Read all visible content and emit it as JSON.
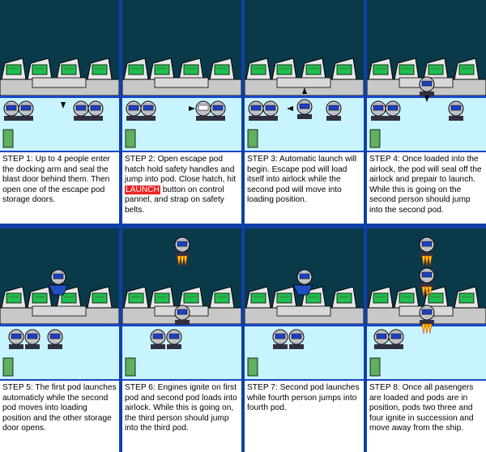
{
  "steps": [
    {
      "number": 1,
      "text": "STEP 1: Up to 4 people enter the docking arm and seal the blast door behind them. Then open one of the escape pod storage doors."
    },
    {
      "number": 2,
      "text_before": "STEP 2: Open escape pod hatch hold safety handles and jump into pod. Close hatch, hit ",
      "highlight": "LAUNCH",
      "text_after": " button on control pannel, and strap on safety belts."
    },
    {
      "number": 3,
      "text": "STEP 3: Automatic launch will begin. Escape pod will load itself into airlock while the second pod will move into loading position."
    },
    {
      "number": 4,
      "text": "STEP 4: Once loaded into the airlock, the pod will seal off the airlock and prepair to launch. While this is going on the second person should jump into the second pod."
    },
    {
      "number": 5,
      "text": "STEP 5: The first pod launches automaticly while the second pod moves into loading position and the other storage door opens."
    },
    {
      "number": 6,
      "text": "STEP 6: Engines ignite on first pod and second pod loads into airlock. While this is going on, the third person should jump into the third pod."
    },
    {
      "number": 7,
      "text": "STEP 7: Second pod launches while fourth person jumps into fourth pod."
    },
    {
      "number": 8,
      "text": "STEP 8: Once all pasengers are loaded and pods are in position, pods two three and four ignite in succession and move away from the ship."
    }
  ],
  "colors": {
    "space": "#0a3a4a",
    "floor": "#c8f4ff",
    "wall": "#1848c8",
    "hull": "#c8c8c8",
    "console": "#20c050",
    "divider": "#1040a8",
    "highlight": "#e02020"
  }
}
